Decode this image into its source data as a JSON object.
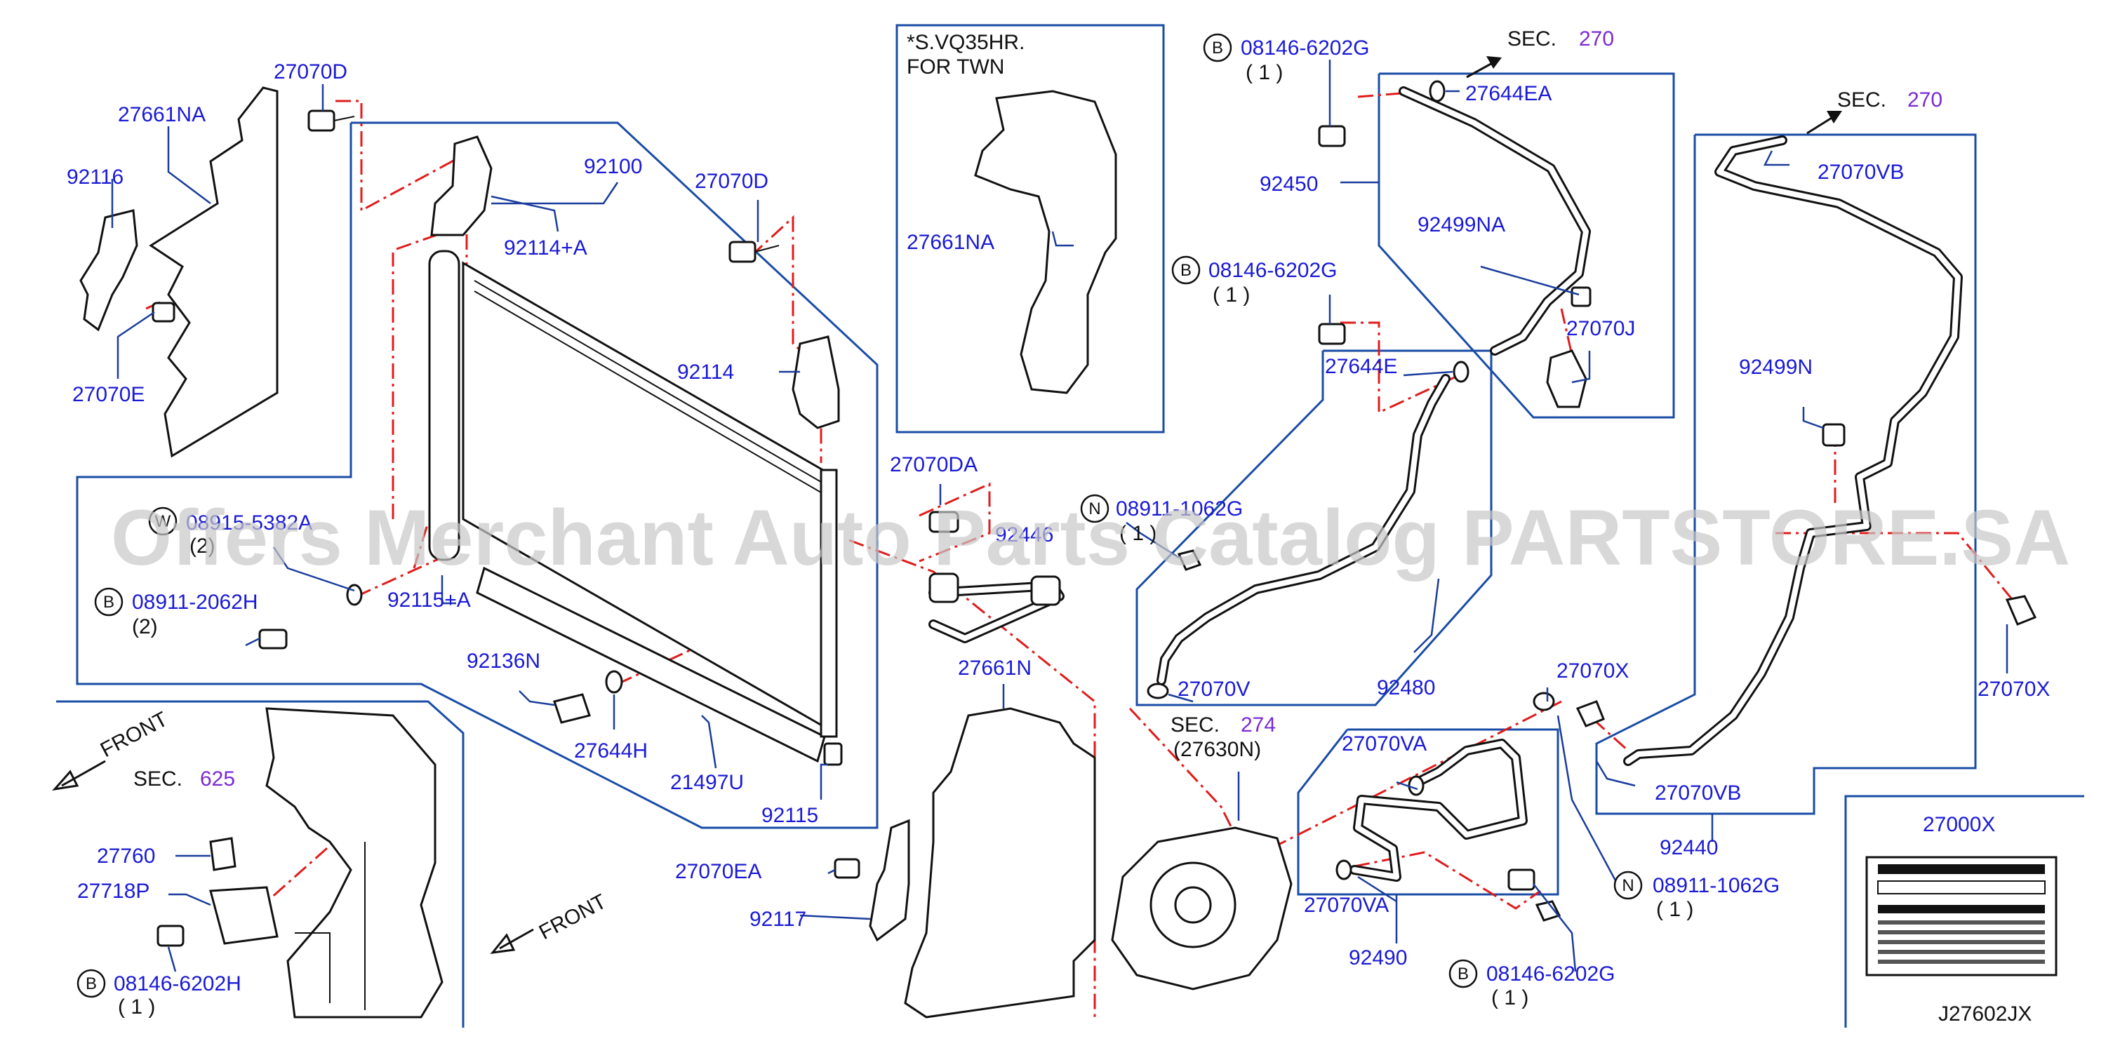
{
  "watermark": "Offers Merchant Auto Parts Catalog PARTSTORE.SA",
  "diagram_id": "J27602JX",
  "variant_note": {
    "line1": "*S.VQ35HR.",
    "line2": "FOR   TWN"
  },
  "section_refs": [
    {
      "prefix": "SEC.",
      "number": "270"
    },
    {
      "prefix": "SEC.",
      "number": "270"
    },
    {
      "prefix": "SEC.",
      "number": "274",
      "sub": "(27630N)"
    },
    {
      "prefix": "SEC.",
      "number": "625"
    }
  ],
  "front_labels": [
    "FRONT",
    "FRONT"
  ],
  "part_labels": {
    "p27070D_a": "27070D",
    "p27661NA_a": "27661NA",
    "p92116": "92116",
    "p27070E": "27070E",
    "p92100": "92100",
    "p92114A": "92114+A",
    "p27070D_b": "27070D",
    "p92114": "92114",
    "p27661NA_b": "27661NA",
    "p08915": "08915-5382A",
    "p08915_qty": "(2)",
    "p08911_2062H": "08911-2062H",
    "p08911_2062H_qty": "(2)",
    "p92115A": "92115+A",
    "p92136N": "92136N",
    "p27644H": "27644H",
    "p21497U": "21497U",
    "p92115": "92115",
    "p27070DA": "27070DA",
    "p92446": "92446",
    "p08911_1062G_a": "08911-1062G",
    "p08911_1062G_a_qty": "( 1 )",
    "p27661N": "27661N",
    "p27070EA": "27070EA",
    "p92117": "92117",
    "p08146_6202G_a": "08146-6202G",
    "p08146_6202G_a_qty": "( 1 )",
    "p27644EA": "27644EA",
    "p92450": "92450",
    "p92499NA": "92499NA",
    "p08146_6202G_b": "08146-6202G",
    "p08146_6202G_b_qty": "( 1 )",
    "p27070J": "27070J",
    "p27644E": "27644E",
    "p27070V": "27070V",
    "p92480": "92480",
    "p27070VB_a": "27070VB",
    "p92499N": "92499N",
    "p27070X_a": "27070X",
    "p27070X_b": "27070X",
    "p27070VA_a": "27070VA",
    "p27070VA_b": "27070VA",
    "p27070VB_b": "27070VB",
    "p92440": "92440",
    "p08911_1062G_b": "08911-1062G",
    "p08911_1062G_b_qty": "( 1 )",
    "p92490": "92490",
    "p08146_6202G_c": "08146-6202G",
    "p08146_6202G_c_qty": "( 1 )",
    "p27000X": "27000X",
    "p27760": "27760",
    "p27718P": "27718P",
    "p08146_6202H": "08146-6202H",
    "p08146_6202H_qty": "( 1 )"
  },
  "symbols": {
    "bolt": "B",
    "nut": "N",
    "washer": "W"
  },
  "colors": {
    "label": "#1a1ad6",
    "leader": "#1a3c9c",
    "centerline": "#e01c1c",
    "section": "#7a2ad6"
  }
}
